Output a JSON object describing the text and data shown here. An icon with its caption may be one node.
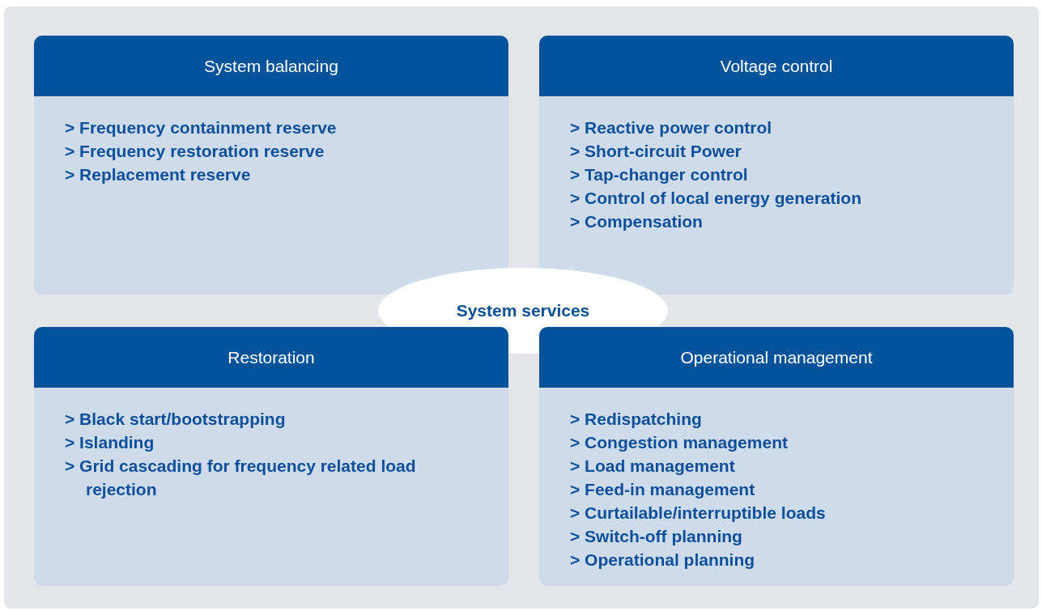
{
  "diagram": {
    "nodes": [
      {
        "text": [
          "System balancing",
          "> Frequency containment reserve",
          "> Frequency restoration reserve",
          "> Replacement reserve"
        ]
      },
      {
        "text": [
          "Voltage control",
          "> Reactive power control",
          "> Short-circuit Power",
          "> Tap-changer control",
          "> Control of local energy generation",
          "> Compensation"
        ]
      },
      {
        "text": [
          "System services"
        ]
      },
      {
        "text": [
          "Restoration",
          "> Black start/bootstrapping",
          "> Islanding",
          "> Grid cascading for frequency related load rejection"
        ]
      },
      {
        "text": [
          "Operational management",
          "> Redispatching",
          "> Congestion management",
          "> Load management",
          "> Feed-in management",
          "> Curtailable/interruptible loads",
          "> Switch-off planning",
          "> Operational planning"
        ]
      }
    ],
    "edges": []
  }
}
